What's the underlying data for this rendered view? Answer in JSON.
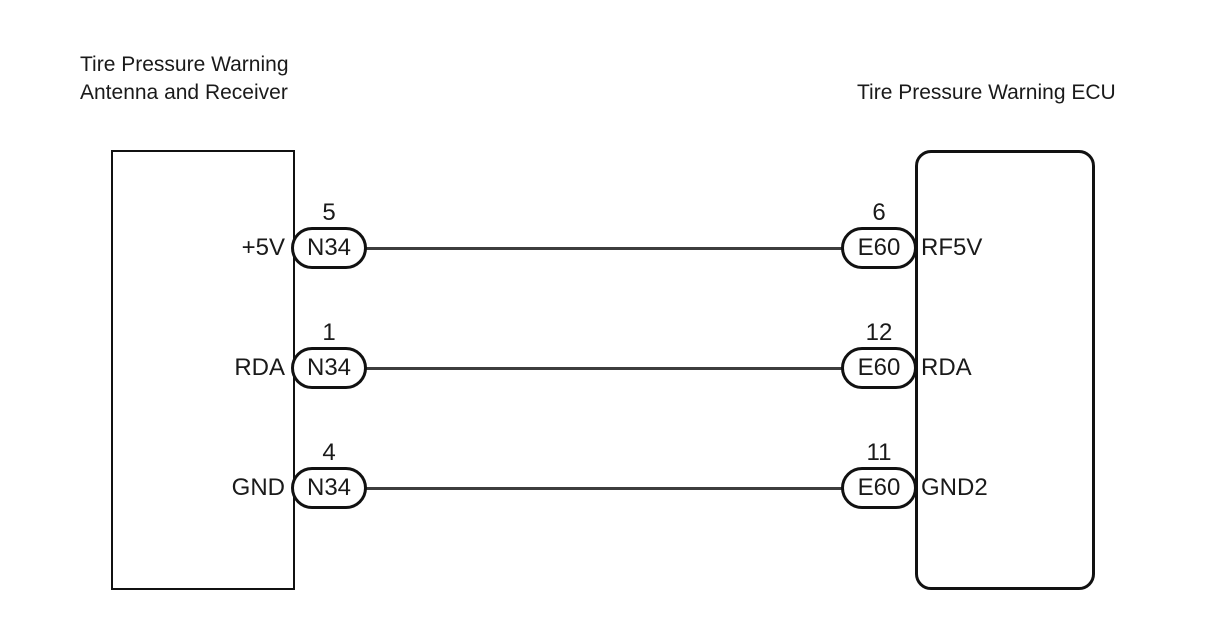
{
  "diagram": {
    "left_component": {
      "title_line1": "Tire Pressure Warning",
      "title_line2": "Antenna and Receiver"
    },
    "right_component": {
      "title": "Tire Pressure Warning ECU"
    },
    "rows": [
      {
        "left_label": "+5V",
        "left_pin": "5",
        "left_connector": "N34",
        "right_pin": "6",
        "right_connector": "E60",
        "right_label": "RF5V"
      },
      {
        "left_label": "RDA",
        "left_pin": "1",
        "left_connector": "N34",
        "right_pin": "12",
        "right_connector": "E60",
        "right_label": "RDA"
      },
      {
        "left_label": "GND",
        "left_pin": "4",
        "left_connector": "N34",
        "right_pin": "11",
        "right_connector": "E60",
        "right_label": "GND2"
      }
    ],
    "colors": {
      "stroke": "#111111",
      "wire": "#3d3d3d",
      "text": "#1a1a1a",
      "background": "#ffffff"
    }
  }
}
